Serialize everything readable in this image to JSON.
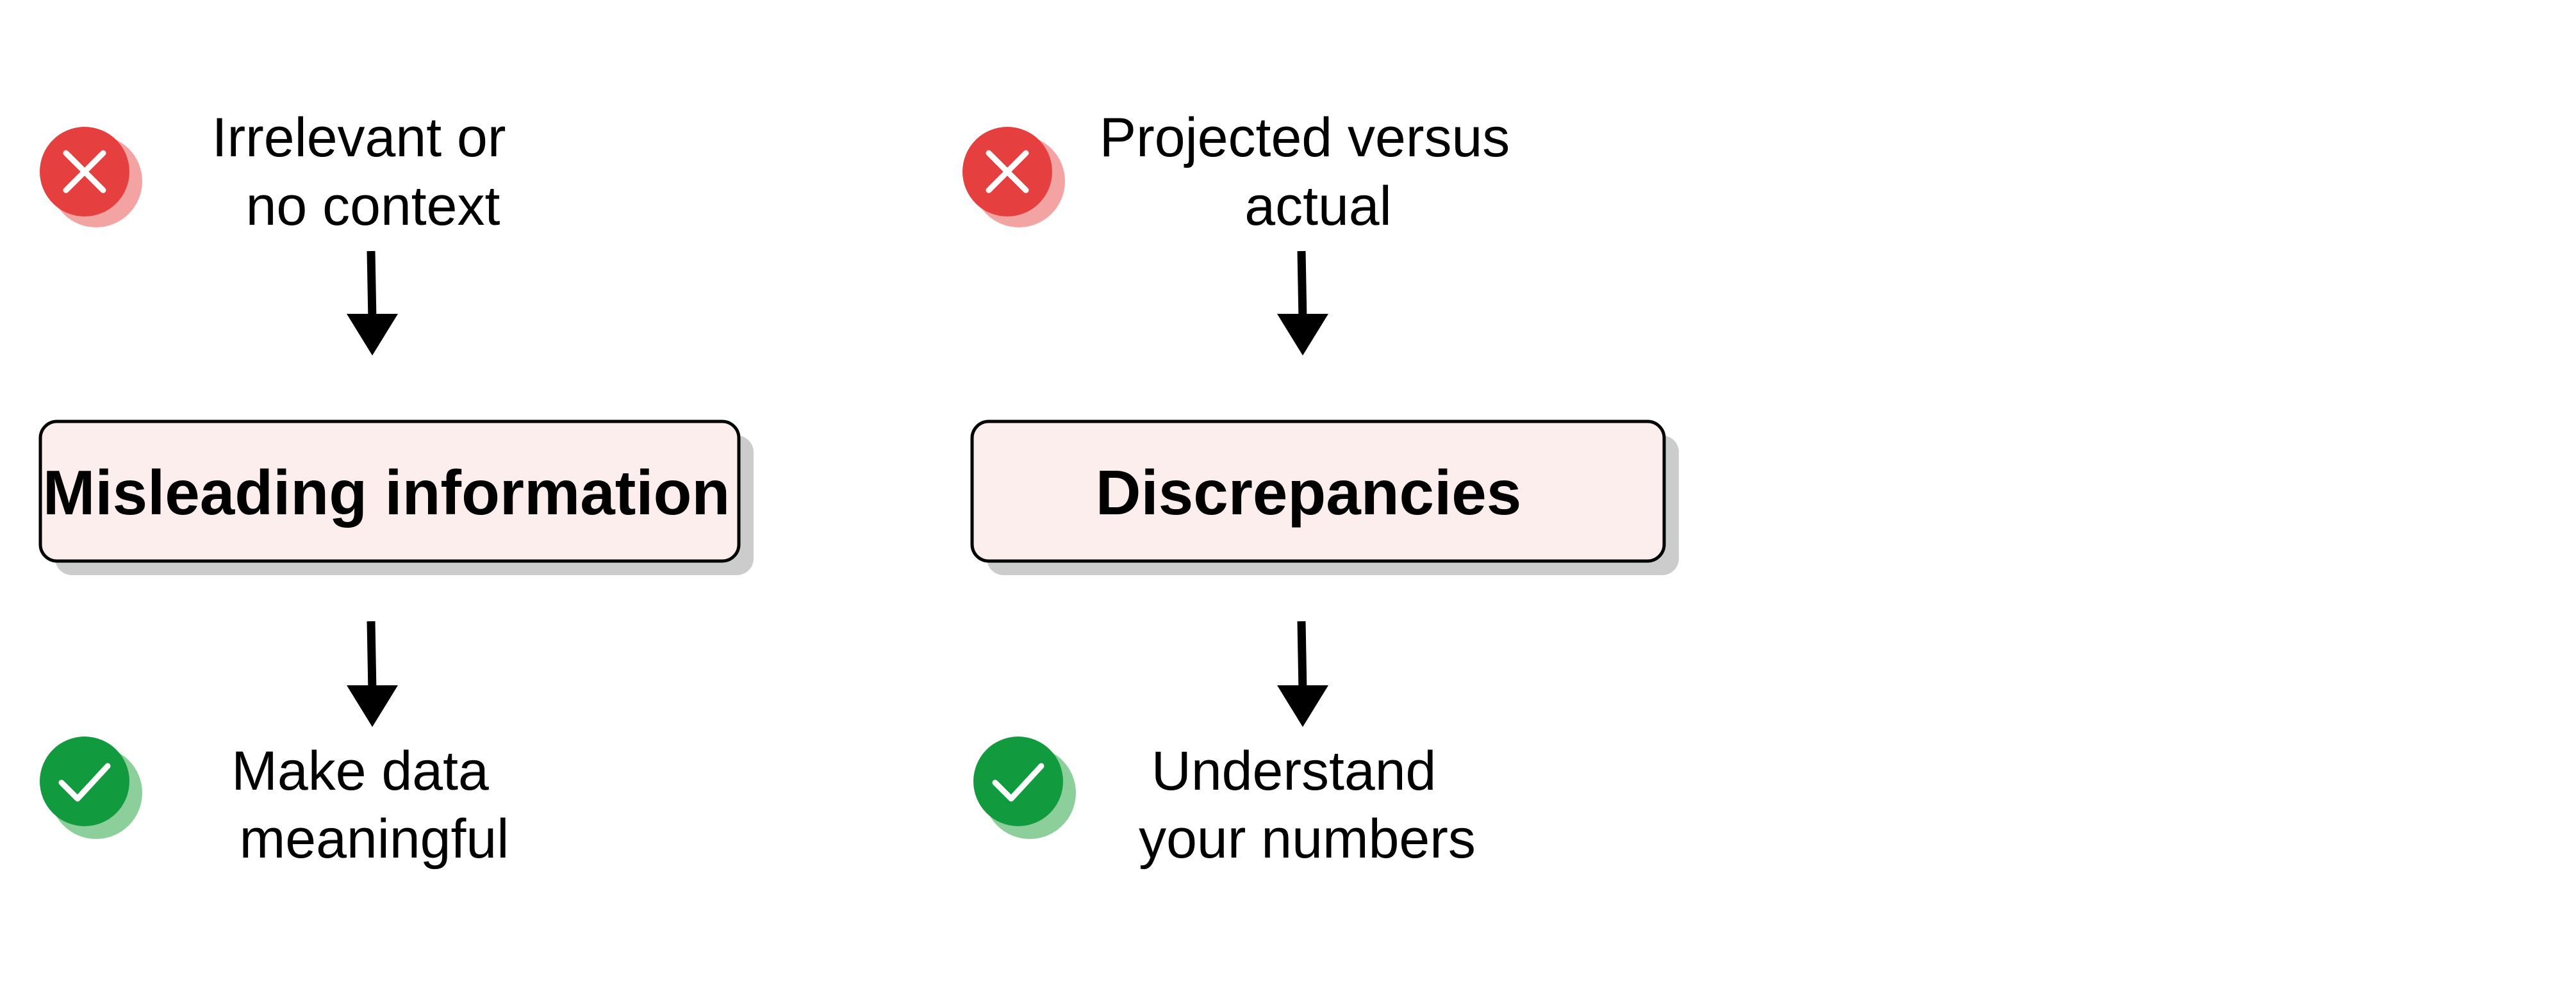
{
  "columns": [
    {
      "problem": {
        "line1": "Irrelevant or",
        "line2": "no context"
      },
      "box_label": "Misleading information",
      "solution": {
        "line1": "Make data",
        "line2": "meaningful"
      }
    },
    {
      "problem": {
        "line1": "Projected versus",
        "line2": "actual"
      },
      "box_label": "Discrepancies",
      "solution": {
        "line1": "Understand",
        "line2": "your numbers"
      }
    }
  ],
  "icons": {
    "problem": "cross-icon",
    "solution": "check-icon"
  },
  "colors": {
    "cross": "#e53f3f",
    "cross_shadow": "#f4a3a3",
    "check": "#129b3e",
    "check_shadow": "#8dcf9b",
    "box_fill": "#fdeeee",
    "box_stroke": "#000000",
    "box_shadow": "#cccccc",
    "arrow": "#000000"
  }
}
